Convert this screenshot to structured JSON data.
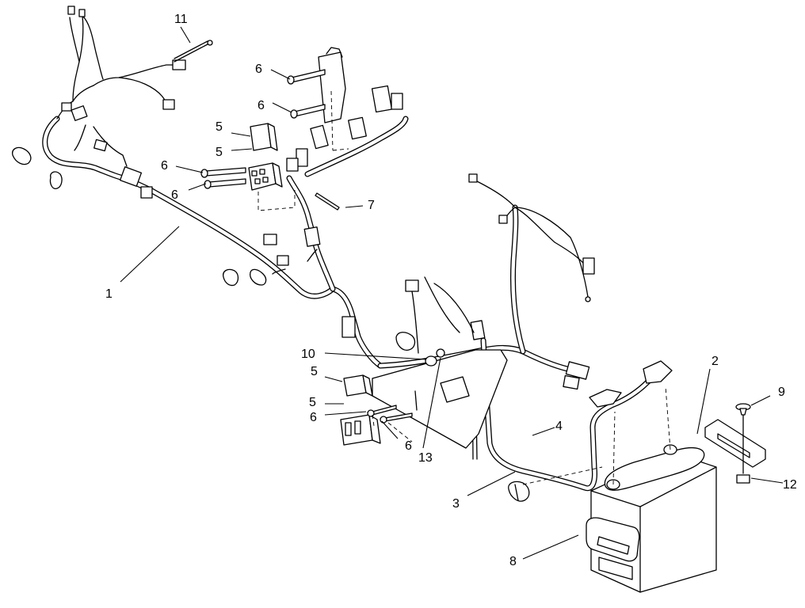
{
  "callouts": {
    "c1": "1",
    "c2": "2",
    "c3": "3",
    "c4": "4",
    "c5a": "5",
    "c5b": "5",
    "c5c": "5",
    "c5d": "5",
    "c6a": "6",
    "c6b": "6",
    "c6c": "6",
    "c6d": "6",
    "c6e": "6",
    "c6f": "6",
    "c7": "7",
    "c8": "8",
    "c9": "9",
    "c10": "10",
    "c11": "11",
    "c12": "12",
    "c13": "13"
  }
}
